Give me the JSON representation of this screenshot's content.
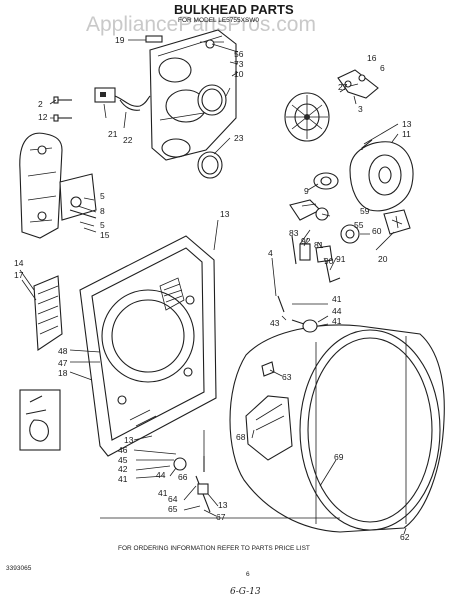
{
  "watermark": "AppliancePartsPros.com",
  "title": "BULKHEAD PARTS",
  "model_line": "FOR MODEL LE5755XSW0",
  "footer": {
    "left_code": "3393065",
    "note": "FOR ORDERING INFORMATION REFER TO PARTS PRICE LIST",
    "page": "6",
    "handwritten": "6-G-13"
  },
  "labels": [
    "19",
    "56",
    "73",
    "10",
    "21",
    "22",
    "2",
    "12",
    "23",
    "16",
    "6",
    "27",
    "3",
    "13",
    "11",
    "9",
    "59",
    "55",
    "5",
    "8",
    "5",
    "15",
    "13",
    "83",
    "92",
    "81",
    "90",
    "91",
    "60",
    "20",
    "14",
    "17",
    "4",
    "41",
    "44",
    "41",
    "43",
    "48",
    "47",
    "18",
    "63",
    "68",
    "13",
    "46",
    "45",
    "42",
    "41",
    "44",
    "66",
    "69",
    "41",
    "64",
    "65",
    "13",
    "67",
    "62"
  ]
}
